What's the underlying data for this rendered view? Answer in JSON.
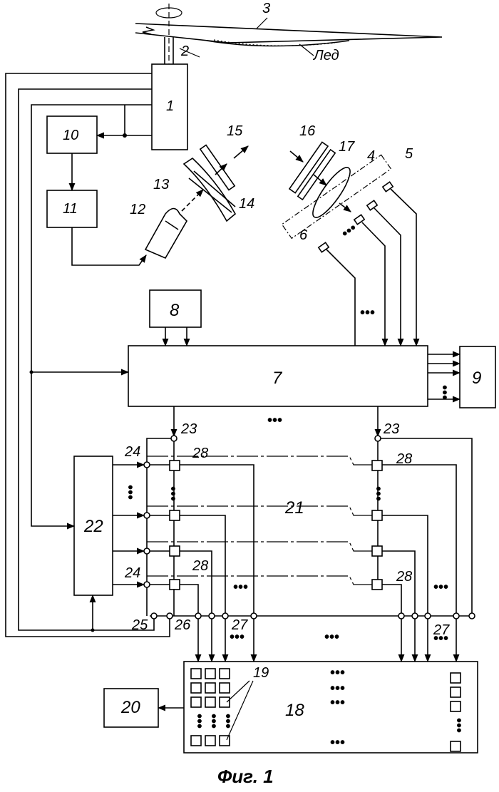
{
  "figure": {
    "caption": "Фиг. 1",
    "ice_label": "Лед",
    "ellipsis": "•••",
    "labels": {
      "n1": "1",
      "n2": "2",
      "n3": "3",
      "n4": "4",
      "n5": "5",
      "n6": "6",
      "n7": "7",
      "n8": "8",
      "n9": "9",
      "n10": "10",
      "n11": "11",
      "n12": "12",
      "n13": "13",
      "n14": "14",
      "n15": "15",
      "n16": "16",
      "n17": "17",
      "n18": "18",
      "n19": "19",
      "n20": "20",
      "n21": "21",
      "n22": "22",
      "n23": "23",
      "n24": "24",
      "n25": "25",
      "n26": "26",
      "n27": "27",
      "n28": "28"
    }
  }
}
